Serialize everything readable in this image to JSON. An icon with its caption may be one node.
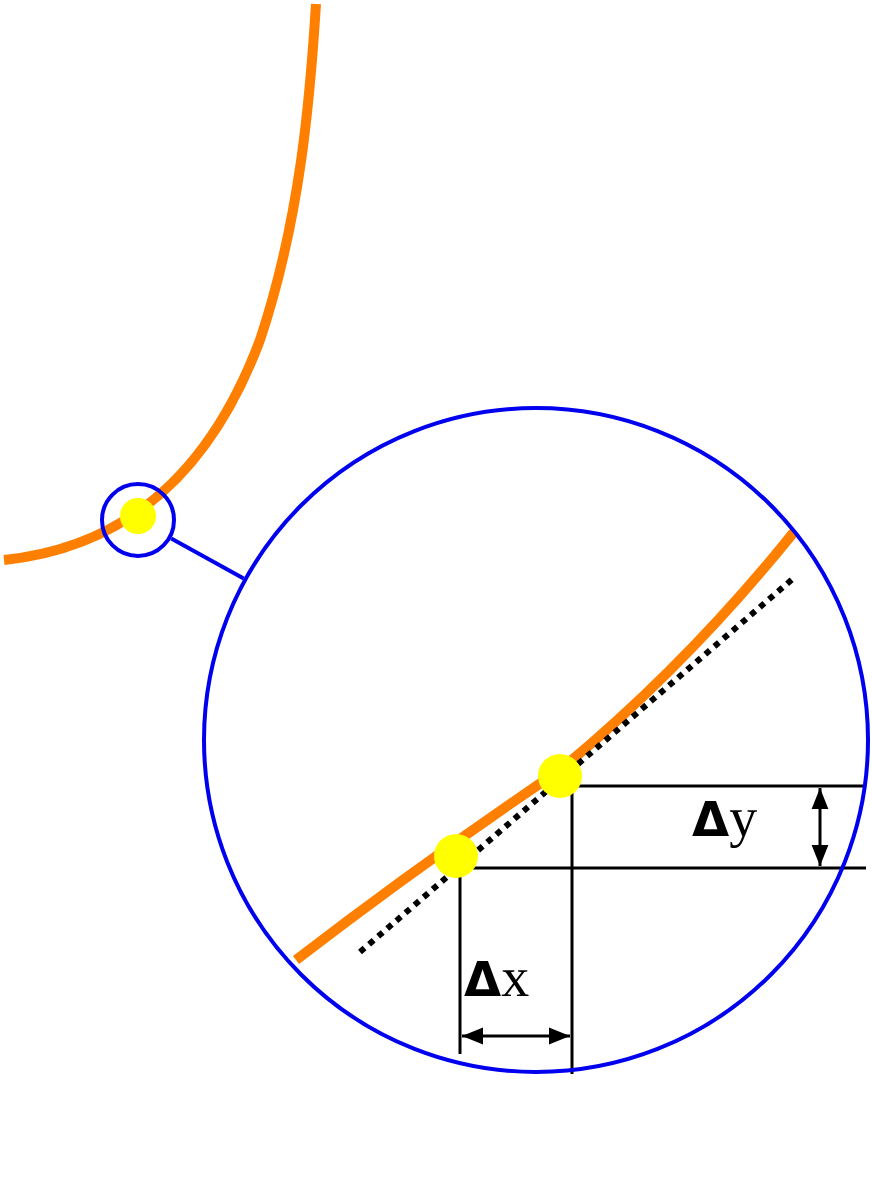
{
  "diagram": {
    "nodes": [
      {
        "text": [],
        "shape": "circle"
      },
      {
        "text": [],
        "shape": "circle"
      }
    ],
    "edges": [
      {
        "from": 0,
        "to": 1,
        "arrow": "none"
      }
    ],
    "labels": [
      "**Δ**y",
      "**Δ**x"
    ]
  }
}
